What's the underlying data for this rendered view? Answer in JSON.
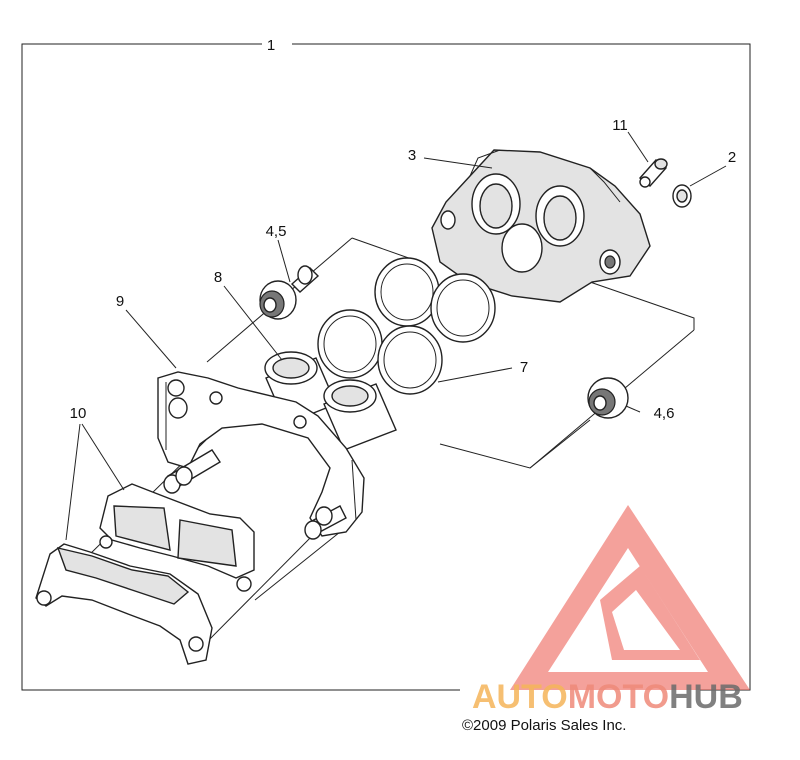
{
  "callouts": {
    "c1": "1",
    "c2": "2",
    "c3": "3",
    "c4_5": "4,5",
    "c4_6": "4,6",
    "c7": "7",
    "c8": "8",
    "c9": "9",
    "c10": "10",
    "c11": "11"
  },
  "watermark": {
    "part1": "AUTO",
    "part2": "MOTO",
    "part3": "HUB",
    "colors": {
      "auto": "#f5b55a",
      "moto": "#ef8a7a",
      "hub": "#6b6b6b"
    }
  },
  "copyright": "©2009 Polaris Sales Inc."
}
